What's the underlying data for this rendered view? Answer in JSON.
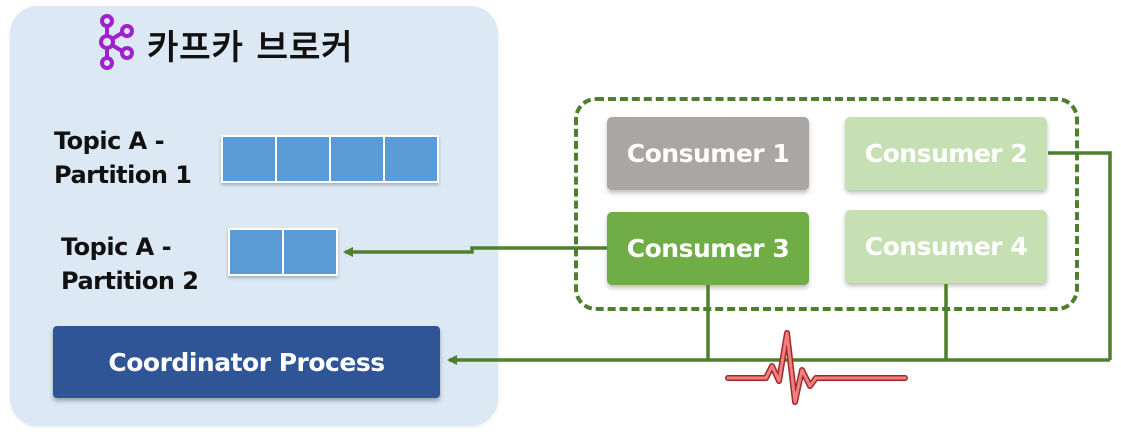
{
  "broker": {
    "title": "카프카 브로커",
    "logo_icon": "kafka-logo-icon",
    "topics": [
      {
        "label_line1": "Topic A -",
        "label_line2": "Partition 1",
        "cells": 4
      },
      {
        "label_line1": "Topic A -",
        "label_line2": "Partition 2",
        "cells": 2
      }
    ],
    "coordinator_label": "Coordinator Process"
  },
  "consumer_group": {
    "consumers": [
      {
        "label": "Consumer 1",
        "state": "inactive",
        "color": "#aaa6a4"
      },
      {
        "label": "Consumer 2",
        "state": "idle",
        "color": "#c6e0b4"
      },
      {
        "label": "Consumer 3",
        "state": "active",
        "color": "#70ad47"
      },
      {
        "label": "Consumer 4",
        "state": "idle",
        "color": "#c6e0b4"
      }
    ]
  },
  "colors": {
    "broker_bg": "#dde8f5",
    "partition_cell": "#5b9bd5",
    "coordinator": "#2f5597",
    "connector": "#4e7f2c",
    "heartbeat": "#e8554e",
    "kafka_logo": "#a020d0"
  },
  "icons": {
    "heartbeat": "heartbeat-icon"
  }
}
